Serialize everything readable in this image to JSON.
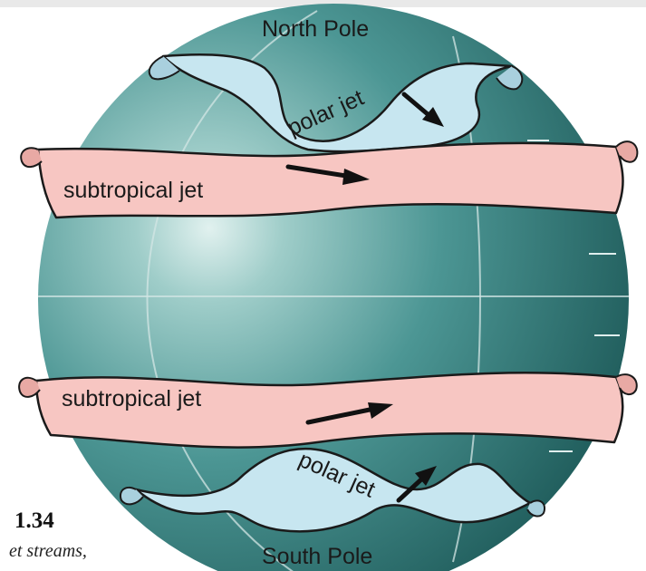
{
  "labels": {
    "north_pole": "North Pole",
    "south_pole": "South Pole",
    "polar_jet_north": "polar jet",
    "subtropical_jet_north": "subtropical jet",
    "subtropical_jet_south": "subtropical jet",
    "polar_jet_south": "polar jet"
  },
  "figure": {
    "number": "1.34",
    "caption": "et streams,"
  },
  "colors": {
    "globe_dark": "#1e5a5a",
    "globe_mid": "#3f8a88",
    "globe_light": "#d7ecea",
    "polar_band": "#c7e6f0",
    "subtropical_band": "#f7c6c2",
    "outline": "#1a1a1a",
    "arrow": "#111111"
  },
  "icons": {
    "arrow": "arrow-icon"
  }
}
